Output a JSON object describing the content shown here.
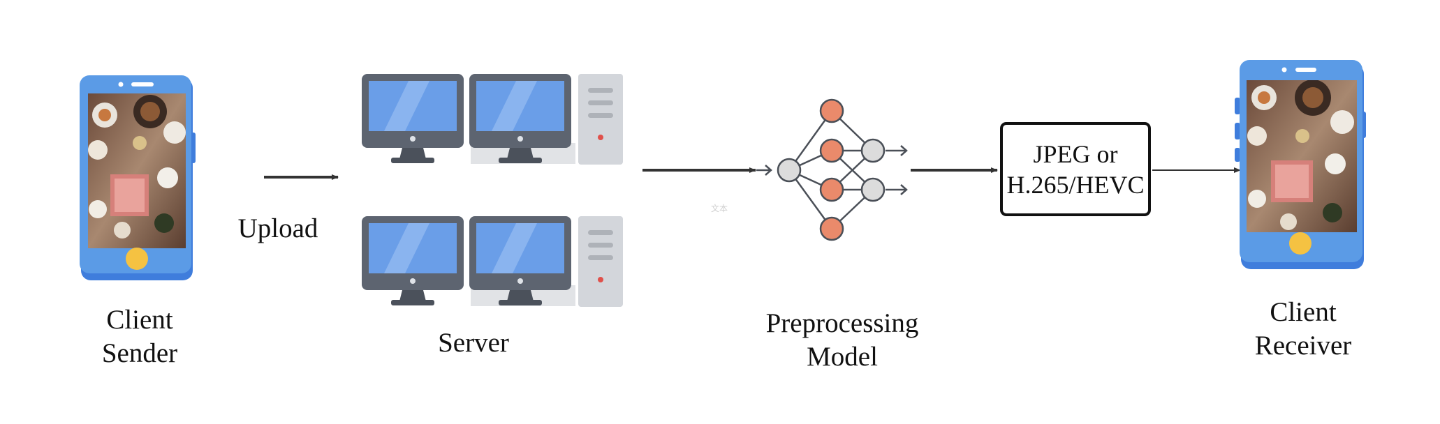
{
  "labels": {
    "client_sender_line1": "Client",
    "client_sender_line2": "Sender",
    "upload": "Upload",
    "server": "Server",
    "preprocessing_line1": "Preprocessing",
    "preprocessing_line2": "Model",
    "codec_line1": "JPEG or",
    "codec_line2": "H.265/HEVC",
    "client_receiver_line1": "Client",
    "client_receiver_line2": "Receiver",
    "watermark": "文本"
  },
  "colors": {
    "phone_body": "#5b9be6",
    "phone_edge": "#3f7ddc",
    "home_button": "#f5c242",
    "monitor_frame": "#5d6470",
    "monitor_screen": "#6a9ee8",
    "tower": "#d3d6db",
    "tower_led": "#e0504a",
    "node_orange": "#ea8a6b",
    "node_gray": "#dcdcdc",
    "arrow": "#333333"
  }
}
